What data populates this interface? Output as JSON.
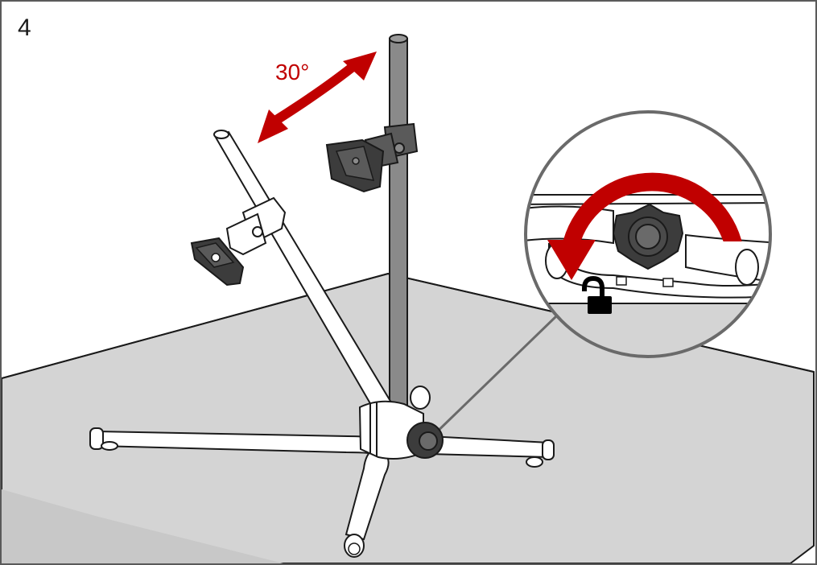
{
  "step": {
    "number": "4"
  },
  "rotation": {
    "angle_label": "30°",
    "arrow_color": "#c00000"
  },
  "colors": {
    "table_surface": "#d4d4d4",
    "table_edge": "#bdbdbd",
    "outline": "#1a1a1a",
    "pole": "#8a8a8a",
    "leg": "#ffffff",
    "knob": "#3c3c3c"
  },
  "detail_callout": {
    "lock_state": "unlocked",
    "icon": "open-padlock-icon"
  }
}
